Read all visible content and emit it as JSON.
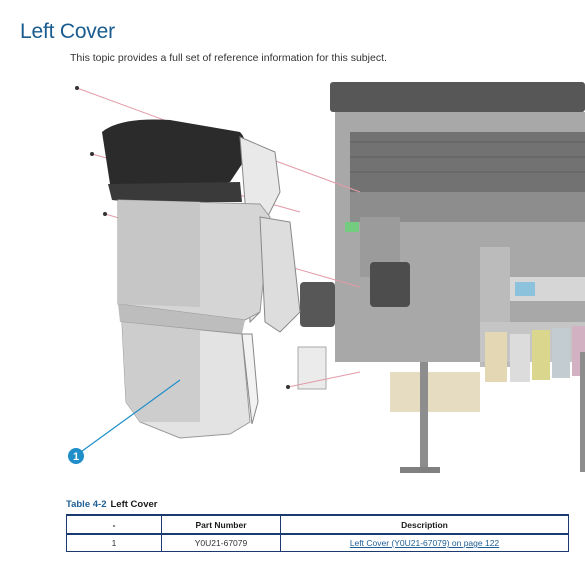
{
  "page": {
    "title": "Left Cover",
    "intro": "This topic provides a full set of reference information for this subject."
  },
  "figure": {
    "callout_number": "1",
    "accent_color": "#1f8ec9"
  },
  "table": {
    "caption_number": "Table 4-2",
    "caption_title": "Left Cover",
    "headers": [
      "-",
      "Part Number",
      "Description"
    ],
    "rows": [
      {
        "index": "1",
        "part_number": "Y0U21-67079",
        "description": "Left Cover (Y0U21-67079) on page 122"
      }
    ],
    "border_color": "#1b3a70",
    "link_color": "#1f5f95"
  }
}
